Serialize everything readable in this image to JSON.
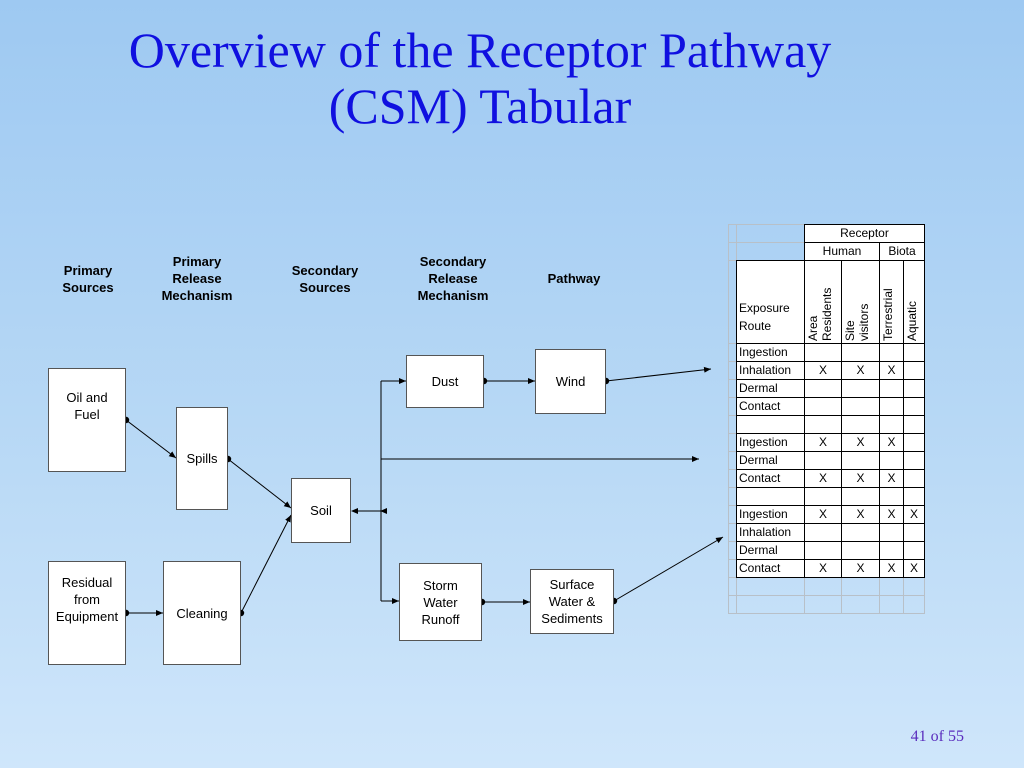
{
  "title_line1": "Overview of the Receptor Pathway",
  "title_line2": "(CSM) Tabular",
  "headers": {
    "primary_sources": [
      "Primary",
      "Sources"
    ],
    "primary_release": [
      "Primary",
      "Release",
      "Mechanism"
    ],
    "secondary_sources": [
      "Secondary",
      "Sources"
    ],
    "secondary_release": [
      "Secondary",
      "Release",
      "Mechanism"
    ],
    "pathway": [
      "Pathway"
    ]
  },
  "boxes": {
    "oil_fuel": "Oil and Fuel",
    "residual": "Residual from Equipment",
    "spills": "Spills",
    "cleaning": "Cleaning",
    "soil": "Soil",
    "dust": "Dust",
    "storm": "Storm Water Runoff",
    "wind": "Wind",
    "surface": "Surface Water & Sediments"
  },
  "table": {
    "receptor": "Receptor",
    "human": "Human",
    "biota": "Biota",
    "exposure_route": [
      "Exposure",
      "Route"
    ],
    "col_area": [
      "Area",
      "Residents"
    ],
    "col_site": [
      "Site",
      "visitors"
    ],
    "col_terrestrial": "Terrestrial",
    "col_aquatic": "Aquatic",
    "rows": [
      {
        "route": "Ingestion",
        "area": "",
        "site": "",
        "terr": "",
        "aqua": ""
      },
      {
        "route": "Inhalation",
        "area": "X",
        "site": "X",
        "terr": "X",
        "aqua": ""
      },
      {
        "route": "Dermal",
        "area": "",
        "site": "",
        "terr": "",
        "aqua": ""
      },
      {
        "route": "Contact",
        "area": "",
        "site": "",
        "terr": "",
        "aqua": ""
      },
      {
        "route": "",
        "area": "",
        "site": "",
        "terr": "",
        "aqua": ""
      },
      {
        "route": "Ingestion",
        "area": "X",
        "site": "X",
        "terr": "X",
        "aqua": ""
      },
      {
        "route": "Dermal",
        "area": "",
        "site": "",
        "terr": "",
        "aqua": ""
      },
      {
        "route": "Contact",
        "area": "X",
        "site": "X",
        "terr": "X",
        "aqua": ""
      },
      {
        "route": "",
        "area": "",
        "site": "",
        "terr": "",
        "aqua": ""
      },
      {
        "route": "Ingestion",
        "area": "X",
        "site": "X",
        "terr": "X",
        "aqua": "X"
      },
      {
        "route": "Inhalation",
        "area": "",
        "site": "",
        "terr": "",
        "aqua": ""
      },
      {
        "route": "Dermal",
        "area": "",
        "site": "",
        "terr": "",
        "aqua": ""
      },
      {
        "route": "Contact",
        "area": "X",
        "site": "X",
        "terr": "X",
        "aqua": "X"
      }
    ]
  },
  "page_number": "41 of 55",
  "colors": {
    "title": "#1010e0",
    "page_number": "#5a2dbd"
  }
}
